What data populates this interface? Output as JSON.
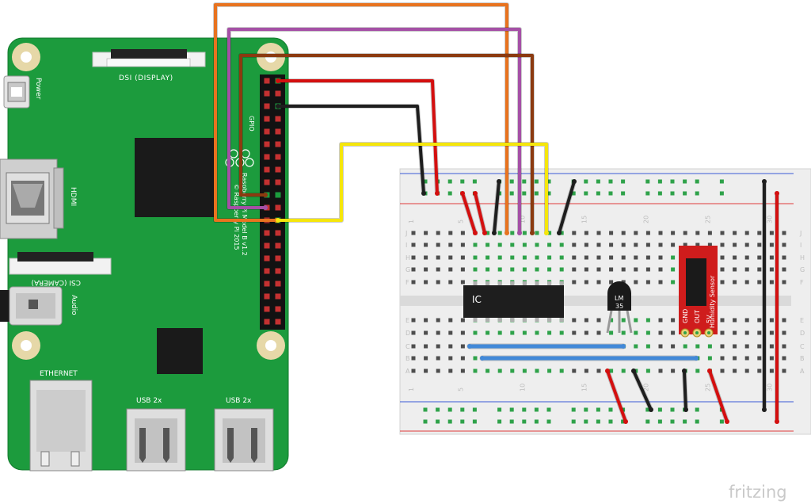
{
  "board": {
    "dsi_label": "DSI (DISPLAY)",
    "power_label": "Power",
    "gpio_label": "GPIO",
    "hdmi_label": "HDMI",
    "csi_label": "CSI (CAMERA)",
    "audio_label": "Audio",
    "ethernet_label": "ETHERNET",
    "usb1_label": "USB 2x",
    "usb2_label": "USB 2x",
    "model_line1": "Raspberry Pi Model B v1.2",
    "model_line2": "© Raspberry Pi 2015"
  },
  "breadboard": {
    "column_numbers": [
      "1",
      "5",
      "10",
      "15",
      "20",
      "25",
      "30"
    ],
    "row_letters": [
      "J",
      "I",
      "H",
      "G",
      "F",
      "E",
      "D",
      "C",
      "B",
      "A"
    ]
  },
  "components": {
    "ic_label": "IC",
    "lm35_line1": "LM",
    "lm35_line2": "35",
    "sensor_title": "Humidity Sensor",
    "sensor_pins": [
      "GND",
      "OUT",
      "5V"
    ]
  },
  "wire_colors": {
    "orange": "#e8731f",
    "purple": "#a550a6",
    "brown": "#8b3a10",
    "red": "#d40f0f",
    "black": "#1e1e1e",
    "yellow": "#f5e60c",
    "blue": "#4289d8"
  },
  "brand": {
    "name": "fritzing"
  }
}
